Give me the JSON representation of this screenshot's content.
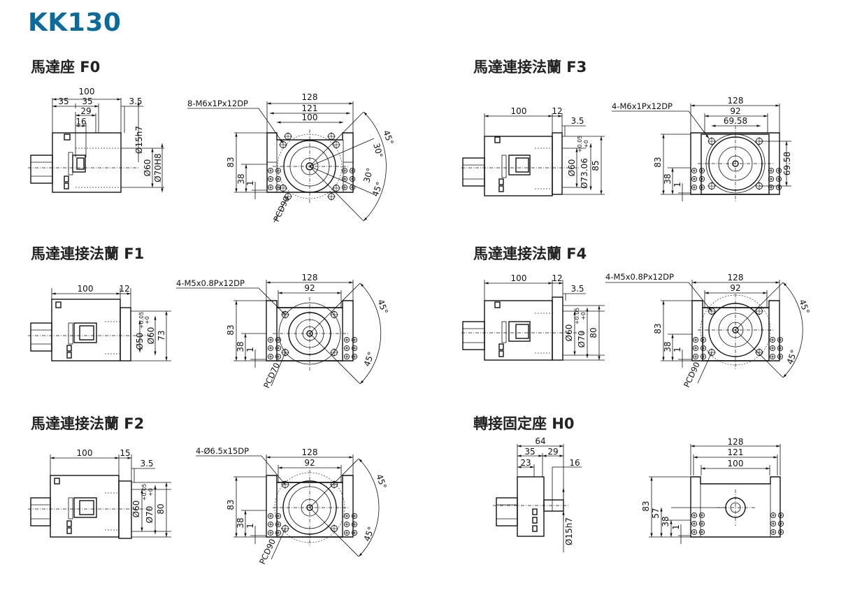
{
  "title": "KK130",
  "sections": [
    {
      "title": "馬達座 F0",
      "side": {
        "top": [
          "100",
          "35",
          "35",
          "29",
          "16"
        ],
        "right_top": "3.5",
        "vertical": [
          "Ø15h7",
          "Ø60",
          "Ø70H8"
        ]
      },
      "front": {
        "holes": "8-M6x1Px12DP",
        "widths": [
          "128",
          "121",
          "100"
        ],
        "heights": [
          "83",
          "38",
          "1"
        ],
        "pcd": "PCD90",
        "angles": [
          "45°",
          "30°",
          "30°",
          "45°"
        ]
      }
    },
    {
      "title": "馬達連接法蘭 F3",
      "side": {
        "top": [
          "100",
          "12"
        ],
        "right_top": "3.5",
        "vertical": [
          "Ø60",
          "Ø73.06",
          "85"
        ],
        "tol_upper": "+0.05",
        "tol_lower": "+0"
      },
      "front": {
        "holes": "4-M6x1Px12DP",
        "widths": [
          "128",
          "92",
          "69.58"
        ],
        "heights": [
          "83",
          "38",
          "1"
        ],
        "right": "69.58"
      }
    },
    {
      "title": "馬達連接法蘭 F1",
      "side": {
        "top": [
          "100",
          "12"
        ],
        "vertical": [
          "Ø50",
          "Ø60",
          "73"
        ],
        "tol_upper": "+0.05",
        "tol_lower": "+0"
      },
      "front": {
        "holes": "4-M5x0.8Px12DP",
        "widths": [
          "128",
          "92"
        ],
        "heights": [
          "83",
          "38",
          "1"
        ],
        "pcd": "PCD70",
        "angles": [
          "45°",
          "45°"
        ]
      }
    },
    {
      "title": "馬達連接法蘭 F4",
      "side": {
        "top": [
          "100",
          "12"
        ],
        "right_top": "3.5",
        "vertical": [
          "Ø60",
          "Ø70",
          "80"
        ],
        "tol_upper": "+0.05",
        "tol_lower": "+0"
      },
      "front": {
        "holes": "4-M5x0.8Px12DP",
        "widths": [
          "128",
          "92"
        ],
        "heights": [
          "83",
          "38",
          "1"
        ],
        "pcd": "PCD90",
        "angles": [
          "45°",
          "45°"
        ]
      }
    },
    {
      "title": "馬達連接法蘭 F2",
      "side": {
        "top": [
          "100",
          "15"
        ],
        "right_top": "3.5",
        "vertical": [
          "Ø60",
          "Ø70",
          "80"
        ],
        "tol_upper": "+0.05",
        "tol_lower": "+0"
      },
      "front": {
        "holes": "4-Ø6.5x15DP",
        "widths": [
          "128",
          "92"
        ],
        "heights": [
          "83",
          "38",
          "1"
        ],
        "pcd": "PCD90",
        "angles": [
          "45°",
          "45°"
        ]
      }
    },
    {
      "title": "轉接固定座 H0",
      "side": {
        "top": [
          "64",
          "35",
          "29",
          "23"
        ],
        "right_top": "16",
        "vertical": [
          "Ø15h7"
        ]
      },
      "front": {
        "widths": [
          "128",
          "121",
          "100"
        ],
        "heights": [
          "83",
          "57",
          "38",
          "1"
        ]
      }
    }
  ]
}
